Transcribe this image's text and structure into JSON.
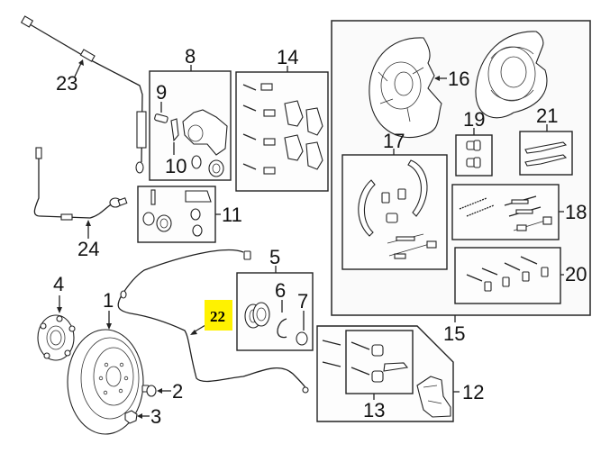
{
  "diagram": {
    "title": "Rear Brake Components Parts Diagram",
    "highlight_color": "#fff200",
    "highlighted_callout": "22",
    "callouts": [
      {
        "id": "1",
        "label": "1",
        "part": "rotor"
      },
      {
        "id": "2",
        "label": "2",
        "part": "rotor-retaining-screw"
      },
      {
        "id": "3",
        "label": "3",
        "part": "hub-nut"
      },
      {
        "id": "4",
        "label": "4",
        "part": "hub-assembly"
      },
      {
        "id": "5",
        "label": "5",
        "part": "bearing-kit"
      },
      {
        "id": "6",
        "label": "6",
        "part": "snap-ring"
      },
      {
        "id": "7",
        "label": "7",
        "part": "axle-nut"
      },
      {
        "id": "8",
        "label": "8",
        "part": "caliper"
      },
      {
        "id": "9",
        "label": "9",
        "part": "bleeder-screw"
      },
      {
        "id": "10",
        "label": "10",
        "part": "caliper-seal"
      },
      {
        "id": "11",
        "label": "11",
        "part": "caliper-repair-kit"
      },
      {
        "id": "12",
        "label": "12",
        "part": "caliper-support"
      },
      {
        "id": "13",
        "label": "13",
        "part": "guide-pin-kit"
      },
      {
        "id": "14",
        "label": "14",
        "part": "brake-pad-set"
      },
      {
        "id": "15",
        "label": "15",
        "part": "parking-brake-assembly"
      },
      {
        "id": "16",
        "label": "16",
        "part": "splash-shield"
      },
      {
        "id": "17",
        "label": "17",
        "part": "parking-brake-shoes"
      },
      {
        "id": "18",
        "label": "18",
        "part": "spring-kit"
      },
      {
        "id": "19",
        "label": "19",
        "part": "adjuster"
      },
      {
        "id": "20",
        "label": "20",
        "part": "hold-down-kit"
      },
      {
        "id": "21",
        "label": "21",
        "part": "strut"
      },
      {
        "id": "22",
        "label": "22",
        "part": "abs-sensor-wire"
      },
      {
        "id": "23",
        "label": "23",
        "part": "brake-hose"
      },
      {
        "id": "24",
        "label": "24",
        "part": "abs-sensor"
      }
    ]
  }
}
